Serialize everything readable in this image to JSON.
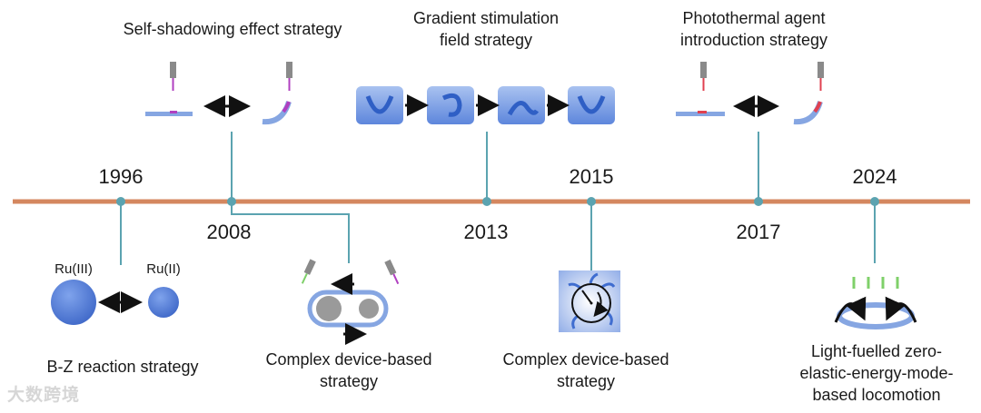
{
  "timeline": {
    "years": [
      "1996",
      "2008",
      "2013",
      "2015",
      "2017",
      "2024"
    ],
    "colors": {
      "axis": "#d4875f",
      "connector": "#5ba3b0",
      "blob": "#4f78d6",
      "arrow": "#111111"
    }
  },
  "strategies": {
    "s1996": "B-Z reaction strategy",
    "s2008_top": "Self-shadowing effect strategy",
    "s2008_bottom_l1": "Complex device-based",
    "s2008_bottom_l2": "strategy",
    "s2013_l1": "Gradient stimulation",
    "s2013_l2": "field strategy",
    "s2015_l1": "Complex device-based",
    "s2015_l2": "strategy",
    "s2017_l1": "Photothermal agent",
    "s2017_l2": "introduction strategy",
    "s2024_l1": "Light-fuelled zero-",
    "s2024_l2": "elastic-energy-mode-",
    "s2024_l3": "based locomotion"
  },
  "labels": {
    "ru3": "Ru(III)",
    "ru2": "Ru(II)"
  },
  "watermark": "大数跨境"
}
